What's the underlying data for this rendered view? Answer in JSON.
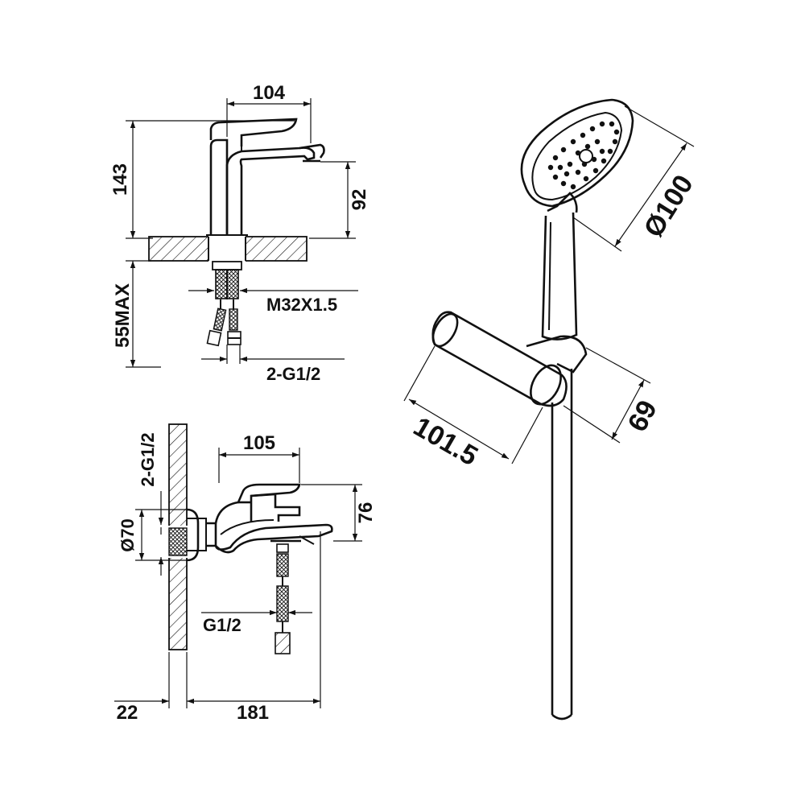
{
  "colors": {
    "line": "#111111",
    "background": "#ffffff"
  },
  "labels": {
    "basin_width": "104",
    "basin_height": "143",
    "basin_spout_height": "92",
    "basin_thread": "M32X1.5",
    "basin_max_thickness": "55MAX",
    "basin_inlets": "2-G1/2",
    "bath_width": "105",
    "bath_height": "76",
    "bath_inlets": "2-G1/2",
    "bath_flange_diameter": "Ø70",
    "bath_outlet": "G1/2",
    "bath_wall_depth": "22",
    "bath_projection": "181",
    "head_diameter": "Ø100",
    "holder_length": "101.5",
    "holder_height": "69"
  }
}
